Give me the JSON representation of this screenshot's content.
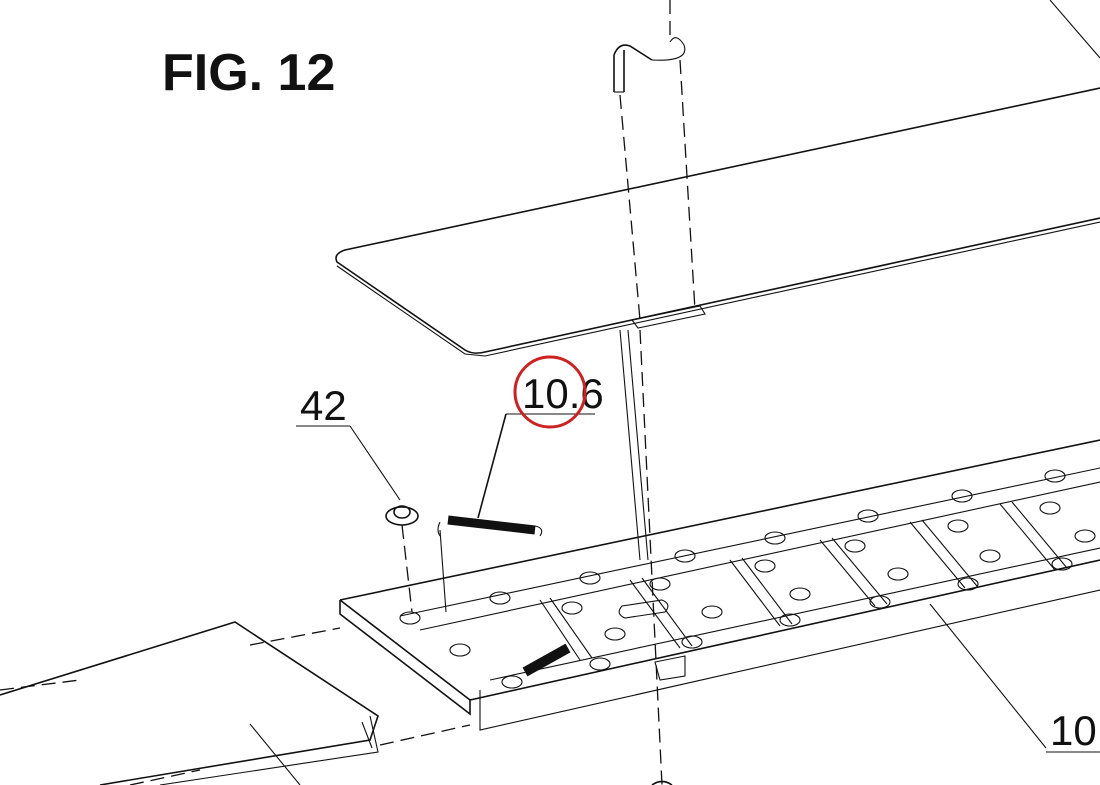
{
  "figure": {
    "title": "FIG. 12",
    "labels": {
      "ref_42": "42",
      "ref_spring": "10.6",
      "ref_frame": "10"
    },
    "highlight_color": "#cc2222"
  }
}
